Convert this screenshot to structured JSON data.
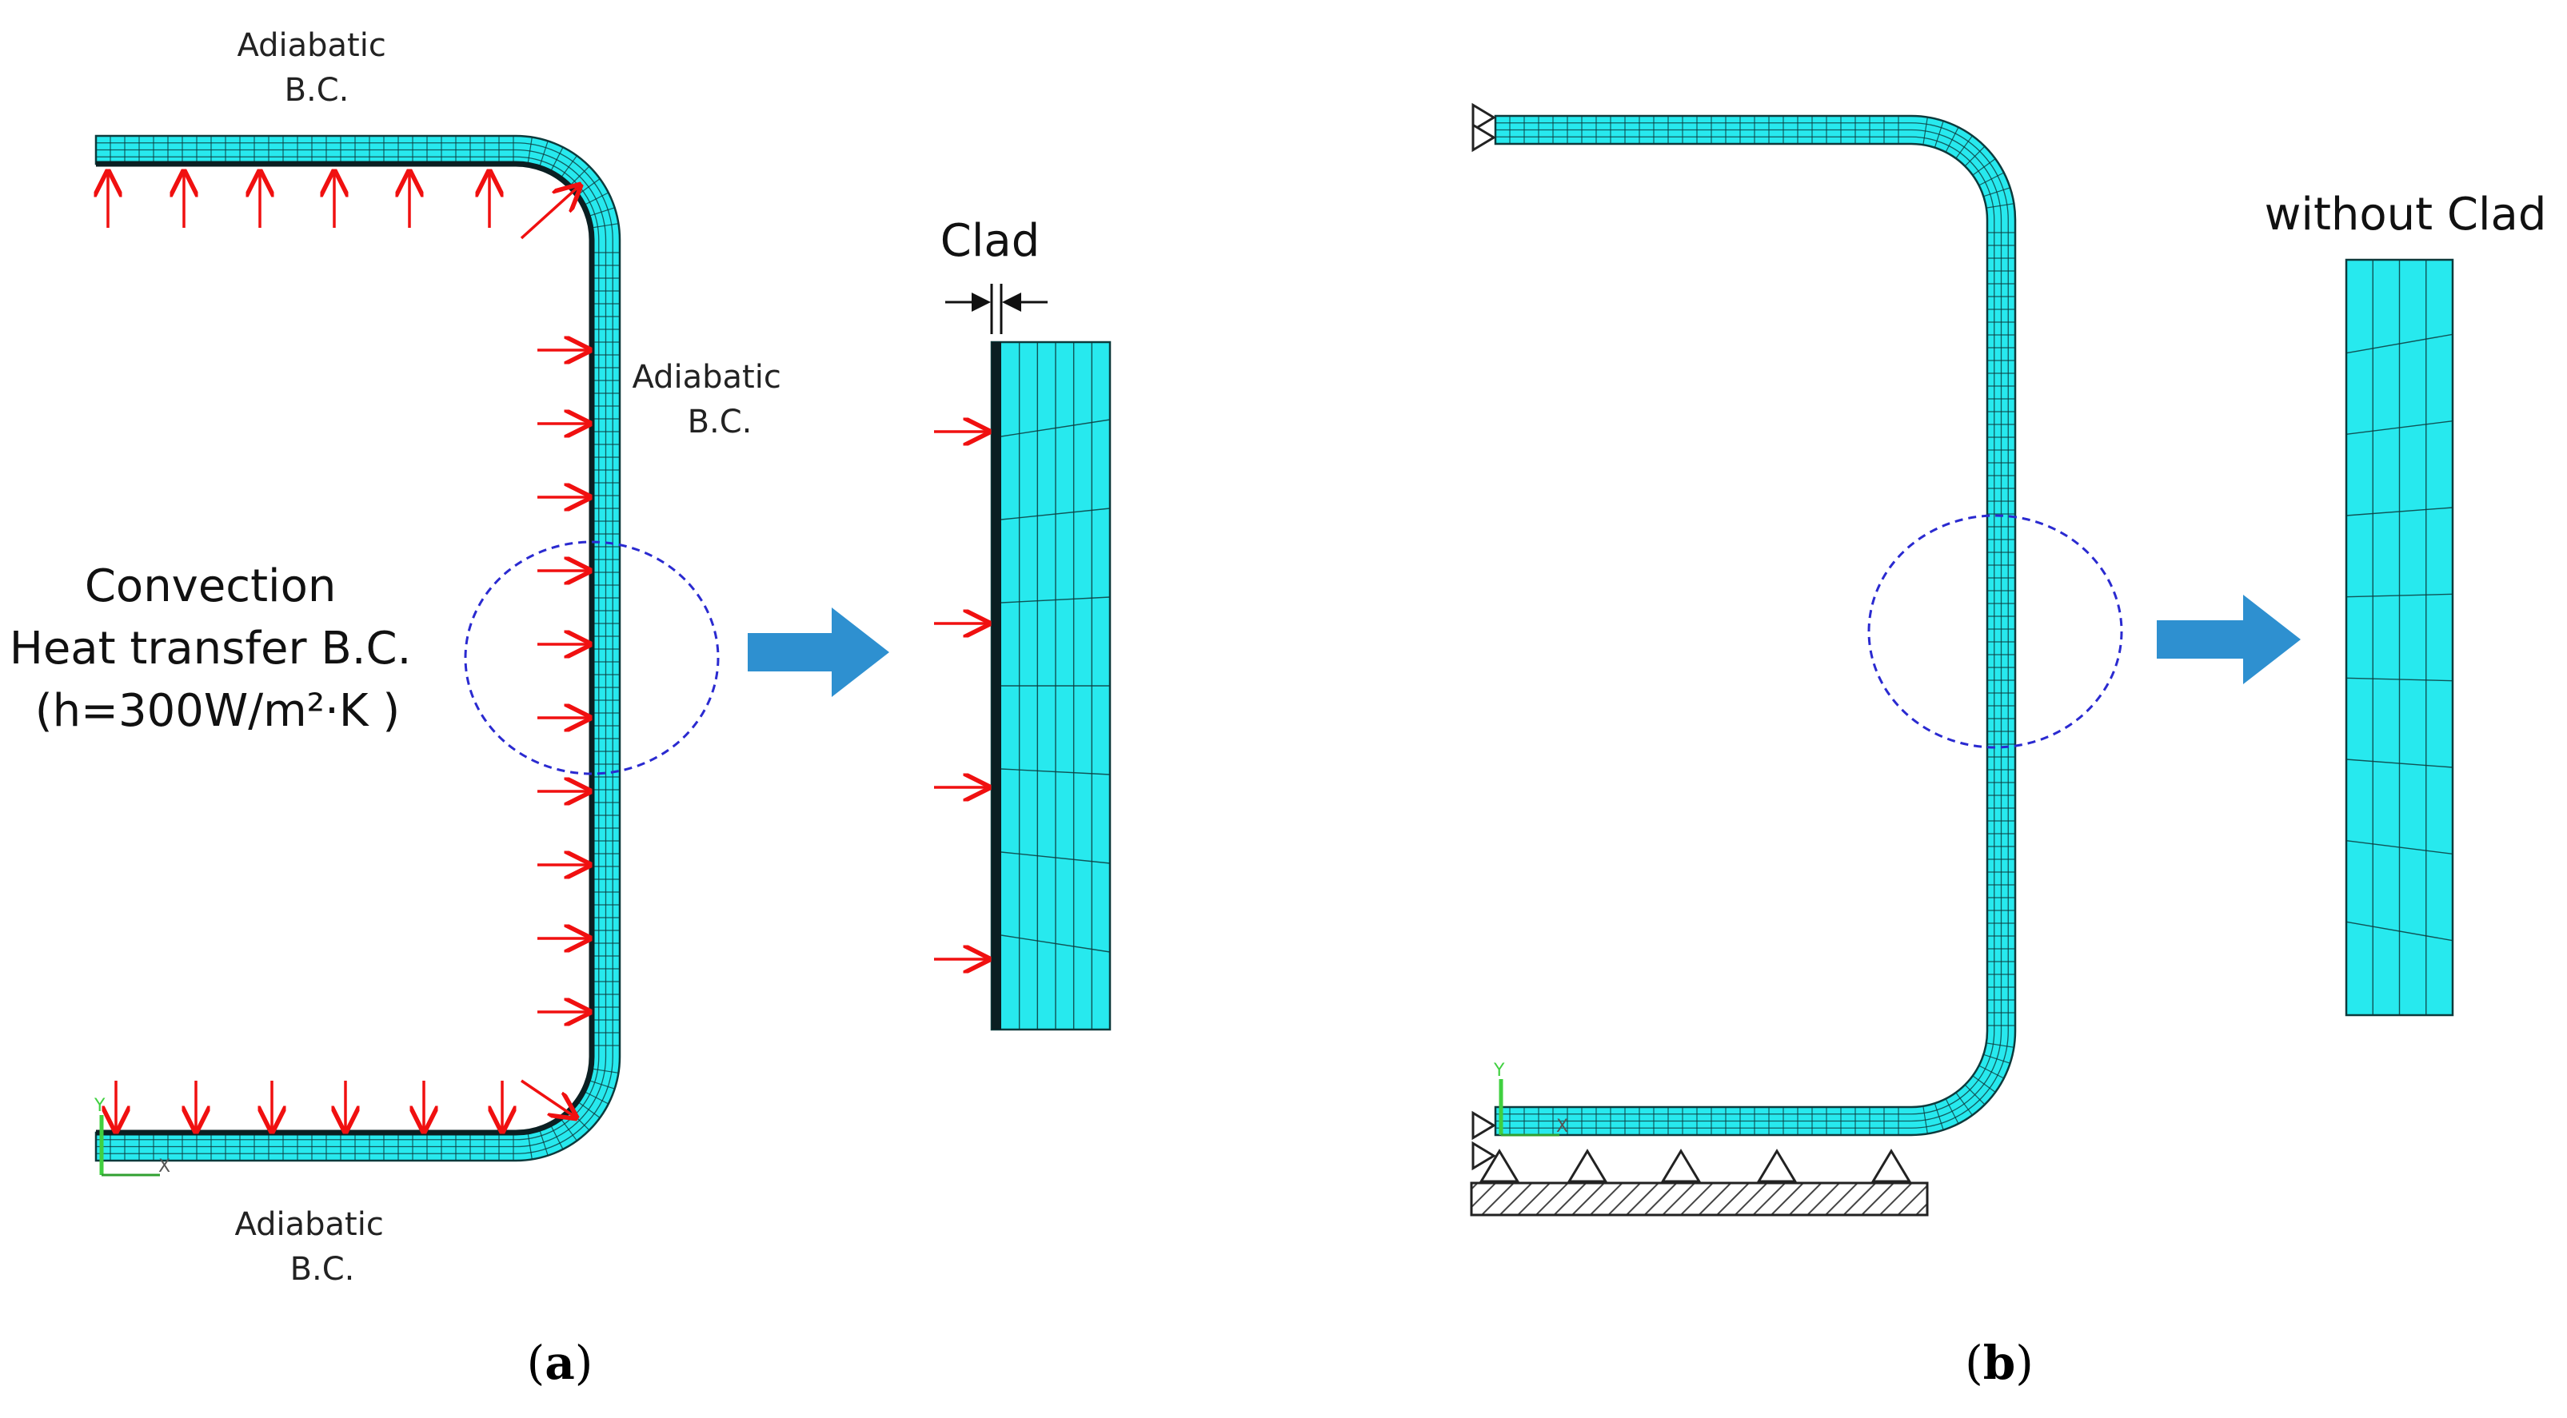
{
  "colors": {
    "mesh_fill": "#27e9ee",
    "mesh_line": "#0d3a3c",
    "clad": "#0b1f22",
    "load_arrow": "#f01010",
    "zoom_arrow": "#2e90d0",
    "zoom_circle": "#2a2ad0",
    "axis_y": "#40d040",
    "ground_hatch": "#444444"
  },
  "icons": {
    "load_arrow": "red-arrow-icon",
    "zoom_arrow": "blue-block-arrow-icon",
    "support": "triangle-support-icon",
    "ground": "hatched-ground-icon"
  },
  "panel_a": {
    "top_label": [
      "Adiabatic",
      "B.C."
    ],
    "right_label": [
      "Adiabatic",
      "B.C."
    ],
    "bottom_label": [
      "Adiabatic",
      "B.C."
    ],
    "convection_label": [
      "Convection",
      "Heat transfer B.C.",
      "(h=300W/m²·K )"
    ],
    "clad_label": "Clad",
    "axis_y": "Y",
    "axis_x": "X",
    "caption": [
      "(",
      "a",
      ")"
    ]
  },
  "panel_b": {
    "detail_label": "without Clad",
    "axis_y": "Y",
    "axis_x": "X",
    "caption": [
      "(",
      "b",
      ")"
    ]
  }
}
